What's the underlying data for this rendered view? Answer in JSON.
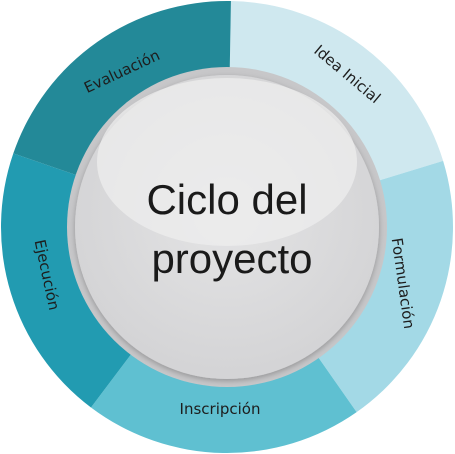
{
  "diagram": {
    "center": {
      "lines": [
        "Ciclo del",
        "proyecto"
      ],
      "fill": "#dcdcdd",
      "highlight": "#eeeeee",
      "ring": "#c7c7c9"
    },
    "stages": [
      {
        "id": "idea-inicial",
        "label": "Idea Inicial",
        "color": "#cfe8ef"
      },
      {
        "id": "formulacion",
        "label": "Formulación",
        "color": "#a3d9e6"
      },
      {
        "id": "inscripcion",
        "label": "Inscripción",
        "color": "#5fc0d1"
      },
      {
        "id": "ejecucion",
        "label": "Ejecución",
        "color": "#229bb1"
      },
      {
        "id": "evaluacion",
        "label": "Evaluación",
        "color": "#238998"
      }
    ]
  }
}
